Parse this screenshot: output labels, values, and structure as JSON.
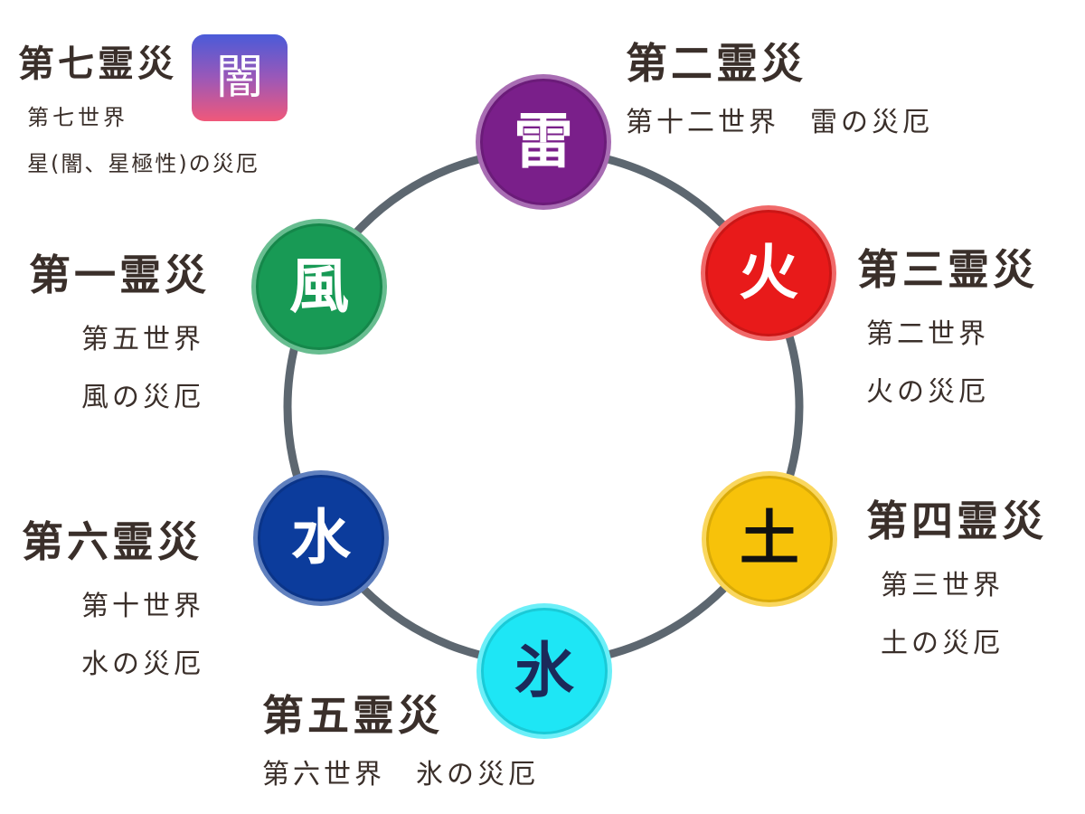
{
  "colors": {
    "ring": "#5d6770",
    "thunder": "#7a1f8a",
    "fire": "#e81a1a",
    "earth": "#f7c20a",
    "ice": "#1ee6f5",
    "water": "#0c3c9c",
    "wind": "#189a55",
    "text": "#3a2f2a"
  },
  "nodes": {
    "thunder": {
      "glyph": "雷",
      "icon": "thunder-kanji-icon"
    },
    "fire": {
      "glyph": "火",
      "icon": "fire-kanji-icon"
    },
    "earth": {
      "glyph": "土",
      "icon": "earth-kanji-icon"
    },
    "ice": {
      "glyph": "氷",
      "icon": "ice-kanji-icon"
    },
    "water": {
      "glyph": "水",
      "icon": "water-kanji-icon"
    },
    "wind": {
      "glyph": "風",
      "icon": "wind-kanji-icon"
    }
  },
  "labels": {
    "second": {
      "title": "第二霊災",
      "lines": [
        "第十二世界　雷の災厄"
      ]
    },
    "third": {
      "title": "第三霊災",
      "lines": [
        "第二世界",
        "火の災厄"
      ]
    },
    "fourth": {
      "title": "第四霊災",
      "lines": [
        "第三世界",
        "土の災厄"
      ]
    },
    "fifth": {
      "title": "第五霊災",
      "lines": [
        "第六世界　氷の災厄"
      ]
    },
    "sixth": {
      "title": "第六霊災",
      "lines": [
        "第十世界",
        "水の災厄"
      ]
    },
    "first": {
      "title": "第一霊災",
      "lines": [
        "第五世界",
        "風の災厄"
      ]
    },
    "seventh": {
      "title": "第七霊災",
      "lines": [
        "第七世界",
        "星(闇、星極性)の災厄"
      ],
      "badge_glyph": "闇",
      "badge_icon": "darkness-kanji-icon"
    }
  }
}
